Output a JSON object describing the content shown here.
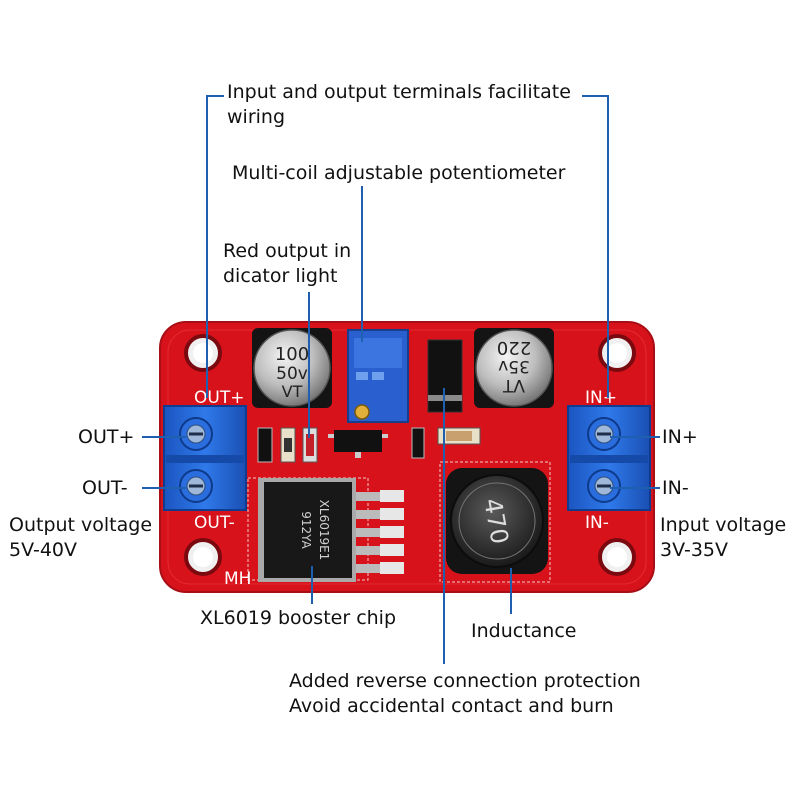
{
  "labels": {
    "terminals_line1": "Input and output terminals facilitate",
    "terminals_line2": "wiring",
    "potentiometer": "Multi-coil adjustable potentiometer",
    "red_light_line1": "Red output in",
    "red_light_line2": "dicator light",
    "out_plus": "OUT+",
    "out_minus": "OUT-",
    "in_plus": "IN+",
    "in_minus": "IN-",
    "output_voltage_line1": "Output voltage",
    "output_voltage_line2": "5V-40V",
    "input_voltage_line1": "Input voltage",
    "input_voltage_line2": "3V-35V",
    "chip": "XL6019 booster chip",
    "inductance": "Inductance",
    "reverse_line1": "Added reverse connection protection",
    "reverse_line2": "Avoid accidental contact and burn"
  },
  "board": {
    "silk_out_plus": "OUT+",
    "silk_out_minus": "OUT-",
    "silk_in_plus": "IN+",
    "silk_in_minus": "IN-",
    "silk_mh": "MH",
    "cap_left_line1": "100",
    "cap_left_line2": "50v",
    "cap_left_line3": "VT",
    "cap_right_line1": "VT",
    "cap_right_line2": "35v",
    "cap_right_line3": "220",
    "chip_line1": "XL6019E1",
    "chip_line2": "912YA",
    "inductor_code": "470"
  },
  "colors": {
    "pcb": "#d8121b",
    "terminal": "#1f63d6",
    "leader": "#1f5fb0"
  }
}
